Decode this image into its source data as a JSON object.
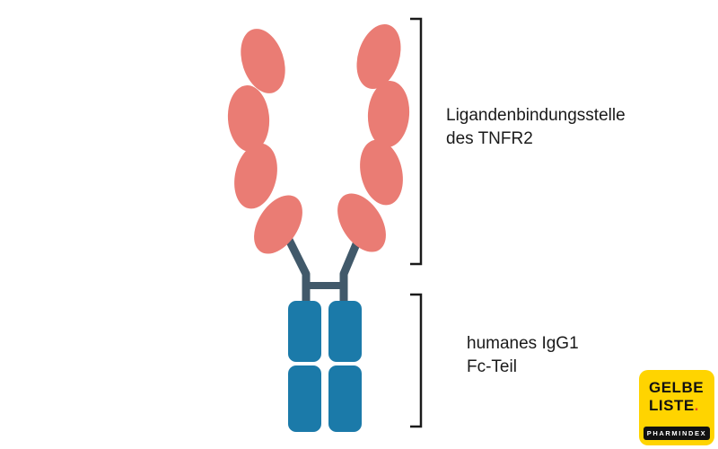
{
  "diagram": {
    "labels": {
      "ligand_line1": "Ligandenbindungsstelle",
      "ligand_line2": "des TNFR2",
      "fc_line1": "humanes IgG1",
      "fc_line2": "Fc-Teil"
    },
    "colors": {
      "tnfr2_domain_pink": "#ea7c74",
      "fc_domain_blue": "#1b7aa9",
      "hinge_dark": "#41596a",
      "bracket_black": "#1a1a1a",
      "background": "#ffffff"
    },
    "parts": {
      "tnfr2_domains_per_arm": 4,
      "fc_segments_per_chain": 2
    }
  },
  "logo": {
    "word1": "GELBE",
    "word2": "LISTE",
    "dot": ".",
    "tagline": "PHARMINDEX",
    "background_color": "#ffd400"
  }
}
